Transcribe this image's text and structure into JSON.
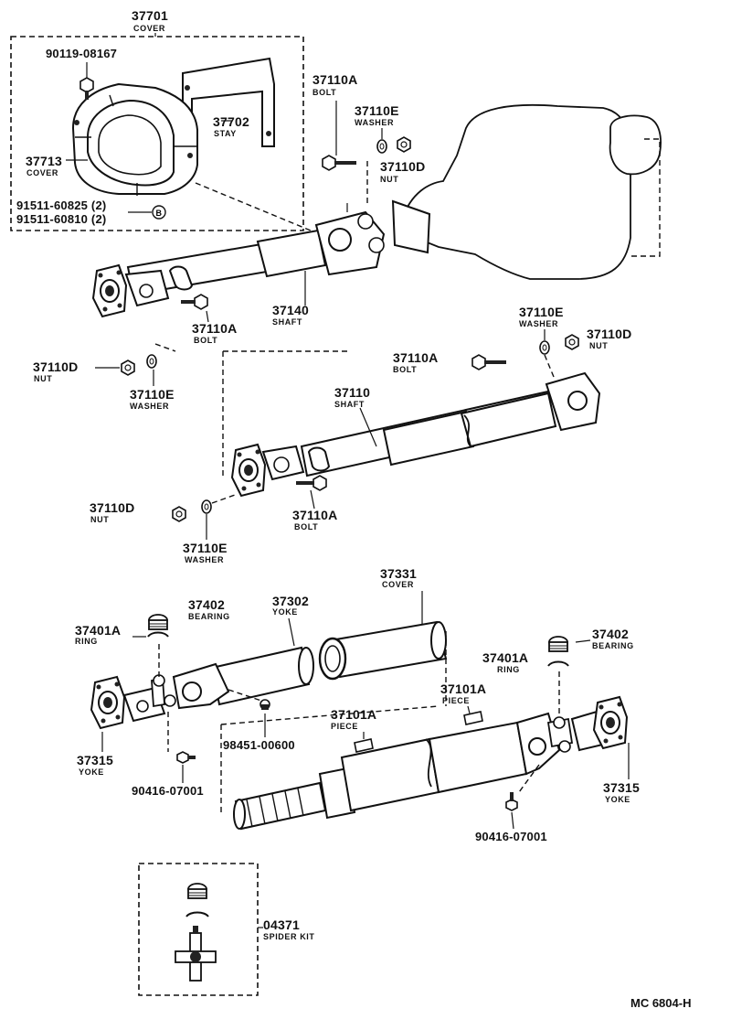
{
  "callouts": [
    {
      "id": "cover_assy",
      "number": "37701",
      "name": "COVER"
    },
    {
      "id": "stay",
      "number": "37702",
      "name": "STAY"
    },
    {
      "id": "cover_inner",
      "number": "37713",
      "name": "COVER"
    },
    {
      "id": "bolt_cover",
      "number": "90119-08167",
      "name": ""
    },
    {
      "id": "bolt_b1",
      "number": "91511-60825 (2)",
      "name": ""
    },
    {
      "id": "bolt_b2",
      "number": "91511-60810 (2)",
      "name": ""
    },
    {
      "id": "bolt_a_top",
      "number": "37110A",
      "name": "BOLT"
    },
    {
      "id": "washer_e_top",
      "number": "37110E",
      "name": "WASHER"
    },
    {
      "id": "nut_d_top",
      "number": "37110D",
      "name": "NUT"
    },
    {
      "id": "shaft_140",
      "number": "37140",
      "name": "SHAFT"
    },
    {
      "id": "bolt_a_front",
      "number": "37110A",
      "name": "BOLT"
    },
    {
      "id": "nut_d_left",
      "number": "37110D",
      "name": "NUT"
    },
    {
      "id": "washer_e_left",
      "number": "37110E",
      "name": "WASHER"
    },
    {
      "id": "washer_e_right",
      "number": "37110E",
      "name": "WASHER"
    },
    {
      "id": "nut_d_right",
      "number": "37110D",
      "name": "NUT"
    },
    {
      "id": "bolt_a_right",
      "number": "37110A",
      "name": "BOLT"
    },
    {
      "id": "shaft_110",
      "number": "37110",
      "name": "SHAFT"
    },
    {
      "id": "nut_d_low",
      "number": "37110D",
      "name": "NUT"
    },
    {
      "id": "bolt_a_low",
      "number": "37110A",
      "name": "BOLT"
    },
    {
      "id": "washer_e_low",
      "number": "37110E",
      "name": "WASHER"
    },
    {
      "id": "cover_331",
      "number": "37331",
      "name": "COVER"
    },
    {
      "id": "yoke_302",
      "number": "37302",
      "name": "YOKE"
    },
    {
      "id": "bearing_left",
      "number": "37402",
      "name": "BEARING"
    },
    {
      "id": "ring_left",
      "number": "37401A",
      "name": "RING"
    },
    {
      "id": "bearing_right",
      "number": "37402",
      "name": "BEARING"
    },
    {
      "id": "ring_right",
      "number": "37401A",
      "name": "RING"
    },
    {
      "id": "piece_right",
      "number": "37101A",
      "name": "PIECE"
    },
    {
      "id": "piece_left",
      "number": "37101A",
      "name": "PIECE"
    },
    {
      "id": "plug",
      "number": "98451-00600",
      "name": ""
    },
    {
      "id": "yoke_left",
      "number": "37315",
      "name": "YOKE"
    },
    {
      "id": "fitting_left",
      "number": "90416-07001",
      "name": ""
    },
    {
      "id": "yoke_right",
      "number": "37315",
      "name": "YOKE"
    },
    {
      "id": "fitting_right",
      "number": "90416-07001",
      "name": ""
    },
    {
      "id": "spider_kit",
      "number": "04371",
      "name": "SPIDER KIT"
    }
  ],
  "footer": {
    "code": "MC 6804-H"
  }
}
